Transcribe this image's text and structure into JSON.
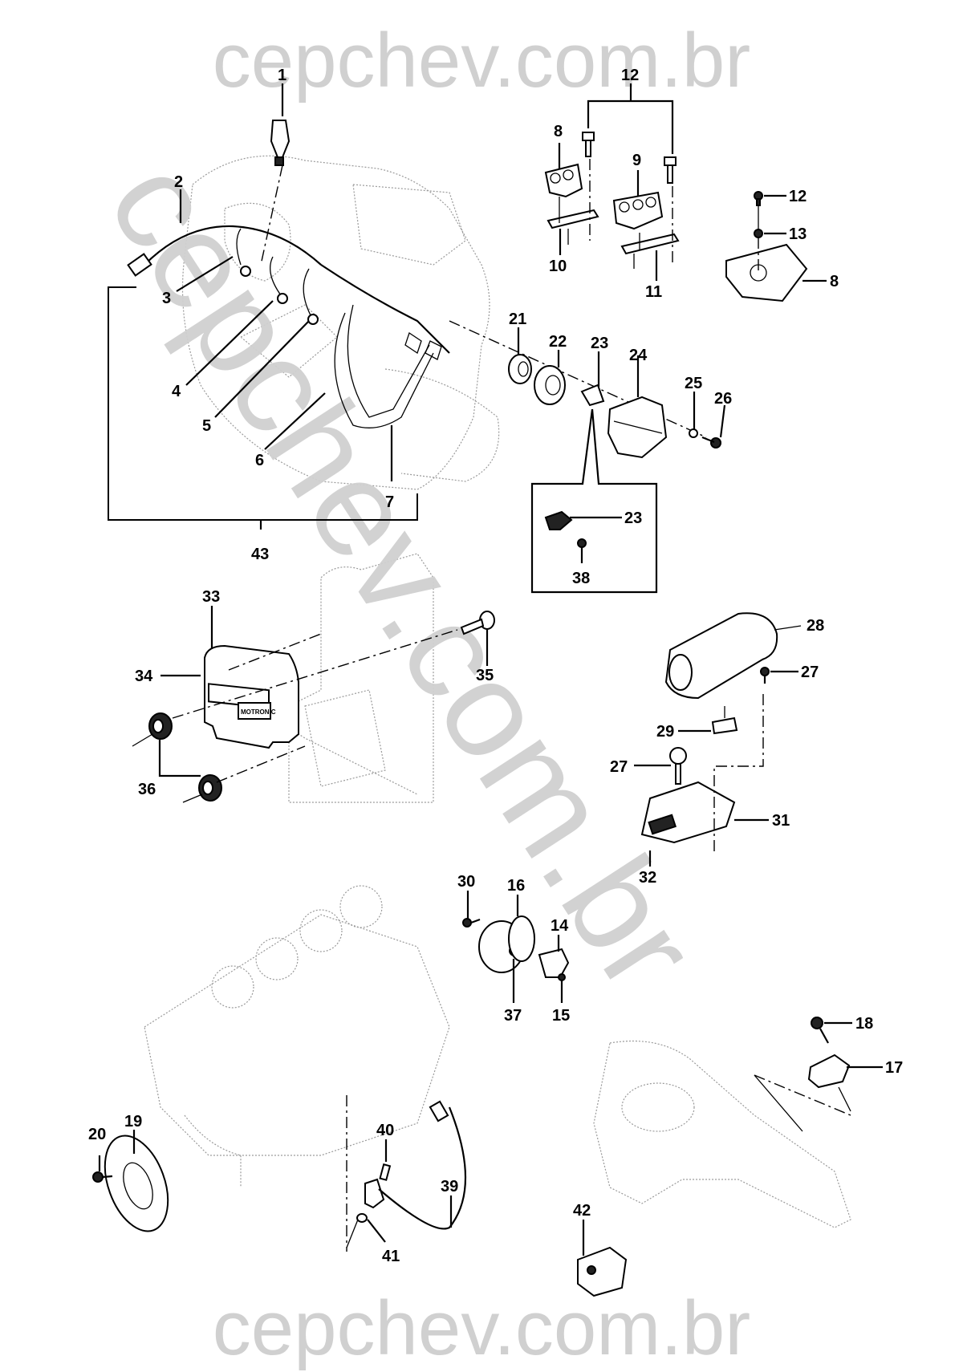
{
  "watermark": {
    "top_text": "cepchev.com.br",
    "bottom_text": "cepchev.com.br",
    "diagonal_text": "cepchev.com.br",
    "color": "#d0d0d0"
  },
  "module_label": "MOTRONIC",
  "callouts": [
    {
      "id": "c1",
      "label": "1"
    },
    {
      "id": "c2",
      "label": "2"
    },
    {
      "id": "c3",
      "label": "3"
    },
    {
      "id": "c4",
      "label": "4"
    },
    {
      "id": "c5",
      "label": "5"
    },
    {
      "id": "c6",
      "label": "6"
    },
    {
      "id": "c7",
      "label": "7"
    },
    {
      "id": "c8a",
      "label": "8"
    },
    {
      "id": "c8b",
      "label": "8"
    },
    {
      "id": "c9",
      "label": "9"
    },
    {
      "id": "c10",
      "label": "10"
    },
    {
      "id": "c11",
      "label": "11"
    },
    {
      "id": "c12a",
      "label": "12"
    },
    {
      "id": "c12b",
      "label": "12"
    },
    {
      "id": "c13",
      "label": "13"
    },
    {
      "id": "c14",
      "label": "14"
    },
    {
      "id": "c15",
      "label": "15"
    },
    {
      "id": "c16",
      "label": "16"
    },
    {
      "id": "c17",
      "label": "17"
    },
    {
      "id": "c18",
      "label": "18"
    },
    {
      "id": "c19",
      "label": "19"
    },
    {
      "id": "c20",
      "label": "20"
    },
    {
      "id": "c21",
      "label": "21"
    },
    {
      "id": "c22",
      "label": "22"
    },
    {
      "id": "c23a",
      "label": "23"
    },
    {
      "id": "c23b",
      "label": "23"
    },
    {
      "id": "c24",
      "label": "24"
    },
    {
      "id": "c25",
      "label": "25"
    },
    {
      "id": "c26",
      "label": "26"
    },
    {
      "id": "c27a",
      "label": "27"
    },
    {
      "id": "c27b",
      "label": "27"
    },
    {
      "id": "c28",
      "label": "28"
    },
    {
      "id": "c29",
      "label": "29"
    },
    {
      "id": "c30",
      "label": "30"
    },
    {
      "id": "c31",
      "label": "31"
    },
    {
      "id": "c32",
      "label": "32"
    },
    {
      "id": "c33",
      "label": "33"
    },
    {
      "id": "c34",
      "label": "34"
    },
    {
      "id": "c35",
      "label": "35"
    },
    {
      "id": "c36",
      "label": "36"
    },
    {
      "id": "c37",
      "label": "37"
    },
    {
      "id": "c38",
      "label": "38"
    },
    {
      "id": "c39",
      "label": "39"
    },
    {
      "id": "c40",
      "label": "40"
    },
    {
      "id": "c41",
      "label": "41"
    },
    {
      "id": "c42",
      "label": "42"
    },
    {
      "id": "c43",
      "label": "43"
    }
  ]
}
